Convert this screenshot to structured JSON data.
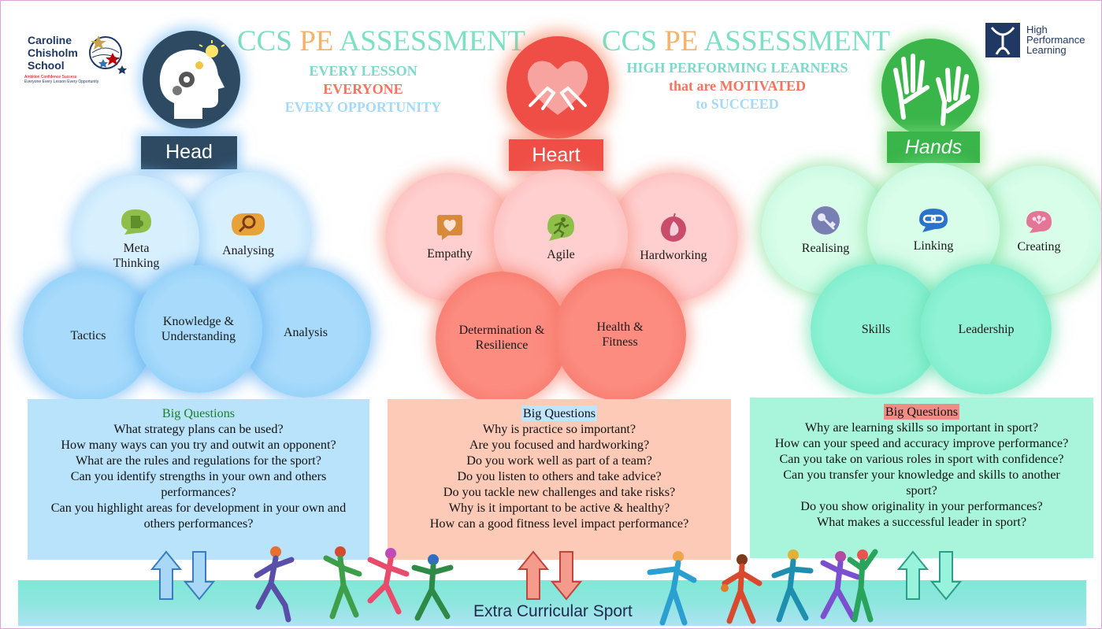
{
  "logo": {
    "school_name_lines": [
      "Caroline",
      "Chisholm",
      "School"
    ],
    "motto_line1": "Ambition Confidence Success",
    "motto_line2": "Everyone Every Lesson Every Opportunity"
  },
  "hpl": {
    "lines": [
      "High",
      "Performance",
      "Learning"
    ]
  },
  "title_left": {
    "part1": "CCS ",
    "part2": "PE ",
    "part3": "ASSESSMENT"
  },
  "title_right": {
    "part1": "CCS ",
    "part2": "PE ",
    "part3": "ASSESSMENT"
  },
  "subtitle_left": [
    "EVERY LESSON",
    "EVERYONE",
    "EVERY OPPORTUNITY"
  ],
  "subtitle_right": [
    "HIGH PERFORMING LEARNERS",
    "that are MOTIVATED",
    "to SUCCEED"
  ],
  "colors": {
    "head": "#2e4a62",
    "heart": "#ef4e47",
    "hands": "#3ab54a",
    "head_q_bg": "#b8e3fb",
    "heart_q_bg": "#fdcab7",
    "hands_q_bg": "#a9f5dc"
  },
  "sections": {
    "head": {
      "label": "Head",
      "bubbles": {
        "meta": "Meta Thinking",
        "analysing": "Analysing",
        "tactics": "Tactics",
        "knowledge": "Knowledge & Understanding",
        "analysis": "Analysis"
      },
      "questions_title": "Big Questions",
      "questions": [
        "What strategy plans can be used?",
        "How many ways can you try and outwit an opponent?",
        "What are the rules and regulations for the sport?",
        "Can you identify strengths in your own and others",
        "performances?",
        "Can you highlight areas for development in your own and",
        "others performances?"
      ]
    },
    "heart": {
      "label": "Heart",
      "bubbles": {
        "empathy": "Empathy",
        "agile": "Agile",
        "hardworking": "Hardworking",
        "determination": "Determination & Resilience",
        "health": "Health & Fitness"
      },
      "questions_title": "Big Questions",
      "questions": [
        "Why is practice so important?",
        "Are you focused and hardworking?",
        "Do you work well as part of a team?",
        "Do you listen to others and take advice?",
        "Do you tackle new challenges and take risks?",
        "Why is it important to be active & healthy?",
        "How can a good fitness level impact performance?"
      ]
    },
    "hands": {
      "label": "Hands",
      "bubbles": {
        "realising": "Realising",
        "linking": "Linking",
        "creating": "Creating",
        "skills": "Skills",
        "leadership": "Leadership"
      },
      "questions_title": "Big Questions",
      "questions": [
        "Why are learning skills so important in sport?",
        "How can your speed and accuracy improve performance?",
        "Can you take on various roles in sport with confidence?",
        "Can you transfer your knowledge and skills to another",
        "sport?",
        "Do you show originality in your performances?",
        "What makes a successful leader in sport?"
      ]
    }
  },
  "footer": {
    "label": "Extra Curricular Sport"
  },
  "icons": [
    "school-globe-icon",
    "hpl-logo-icon",
    "head-gears-icon",
    "heart-hands-icon",
    "raised-hands-icon",
    "puzzle-icon",
    "magnifier-icon",
    "speech-heart-icon",
    "runner-icon",
    "pear-icon",
    "key-icon",
    "chain-link-icon",
    "brain-icon",
    "up-down-arrows-icon",
    "athlete-figure-icon"
  ]
}
